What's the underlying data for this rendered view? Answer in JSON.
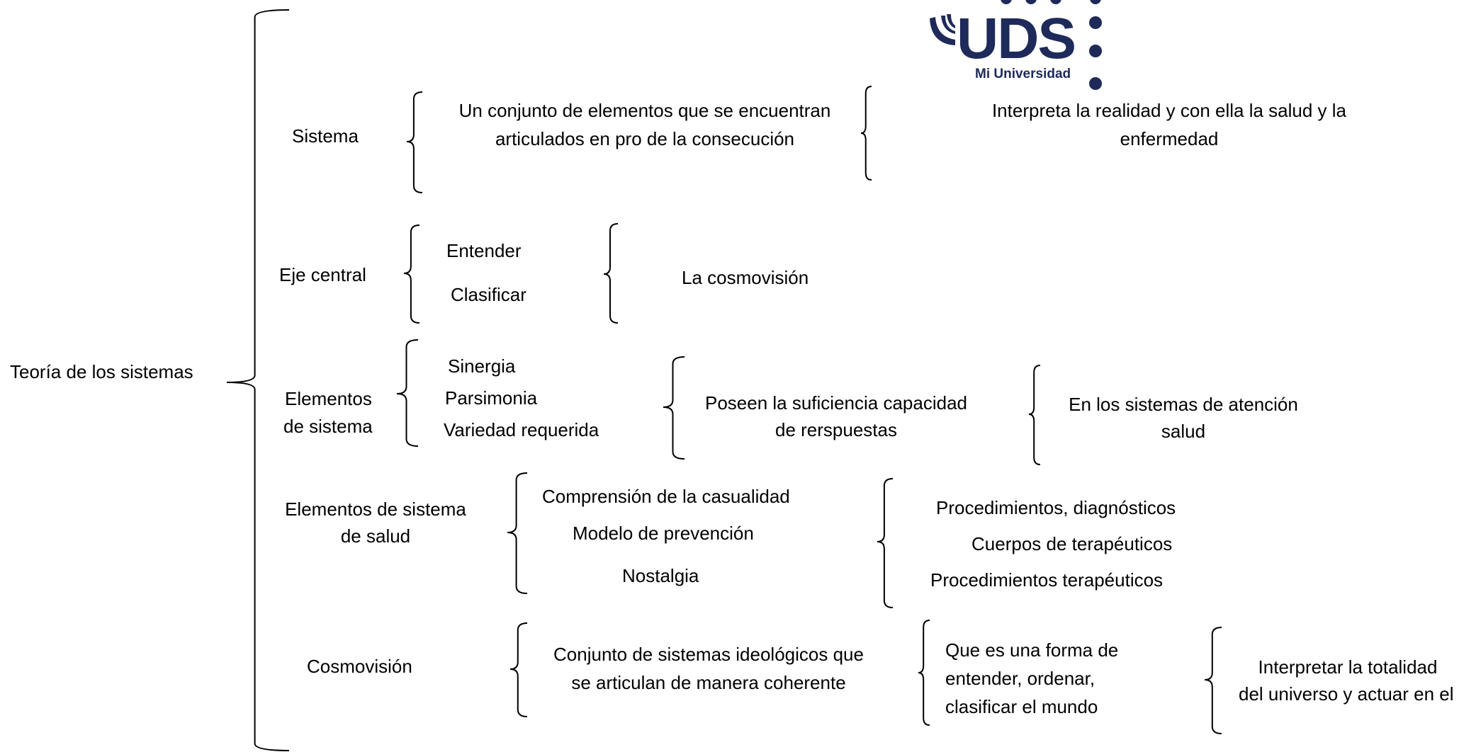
{
  "root": {
    "label": "Teoría de los sistemas"
  },
  "logo": {
    "text": "UDS",
    "subtitle": "Mi Universidad",
    "accent": "#1e2a5a"
  },
  "sistema": {
    "label": "Sistema",
    "definition": [
      "Un conjunto de elementos que se encuentran",
      "articulados en pro de la consecución"
    ],
    "interpretation": [
      "Interpreta la realidad y con ella la salud y la",
      "enfermedad"
    ]
  },
  "eje": {
    "label": "Eje central",
    "items": [
      "Entender",
      "Clasificar"
    ],
    "result": "La cosmovisión"
  },
  "elementos": {
    "label": [
      "Elementos",
      "de sistema"
    ],
    "items": [
      "Sinergia",
      "Parsimonia",
      "Variedad requerida"
    ],
    "capacity": [
      "Poseen la suficiencia capacidad",
      "de rerspuestas"
    ],
    "context": [
      "En los sistemas de atención",
      "salud"
    ]
  },
  "salud": {
    "label": [
      "Elementos de sistema",
      "de salud"
    ],
    "items": [
      "Comprensión de la casualidad",
      "Modelo de prevención",
      "Nostalgia"
    ],
    "procedures": [
      "Procedimientos, diagnósticos",
      "Cuerpos de terapéuticos",
      "Procedimientos terapéuticos"
    ]
  },
  "cosmovision": {
    "label": "Cosmovisión",
    "definition": [
      "Conjunto de sistemas ideológicos que",
      "se articulan de manera coherente"
    ],
    "form": [
      "Que es una forma de",
      "entender, ordenar,",
      "clasificar el mundo"
    ],
    "purpose": [
      "Interpretar la totalidad",
      "del universo y actuar en el"
    ]
  }
}
